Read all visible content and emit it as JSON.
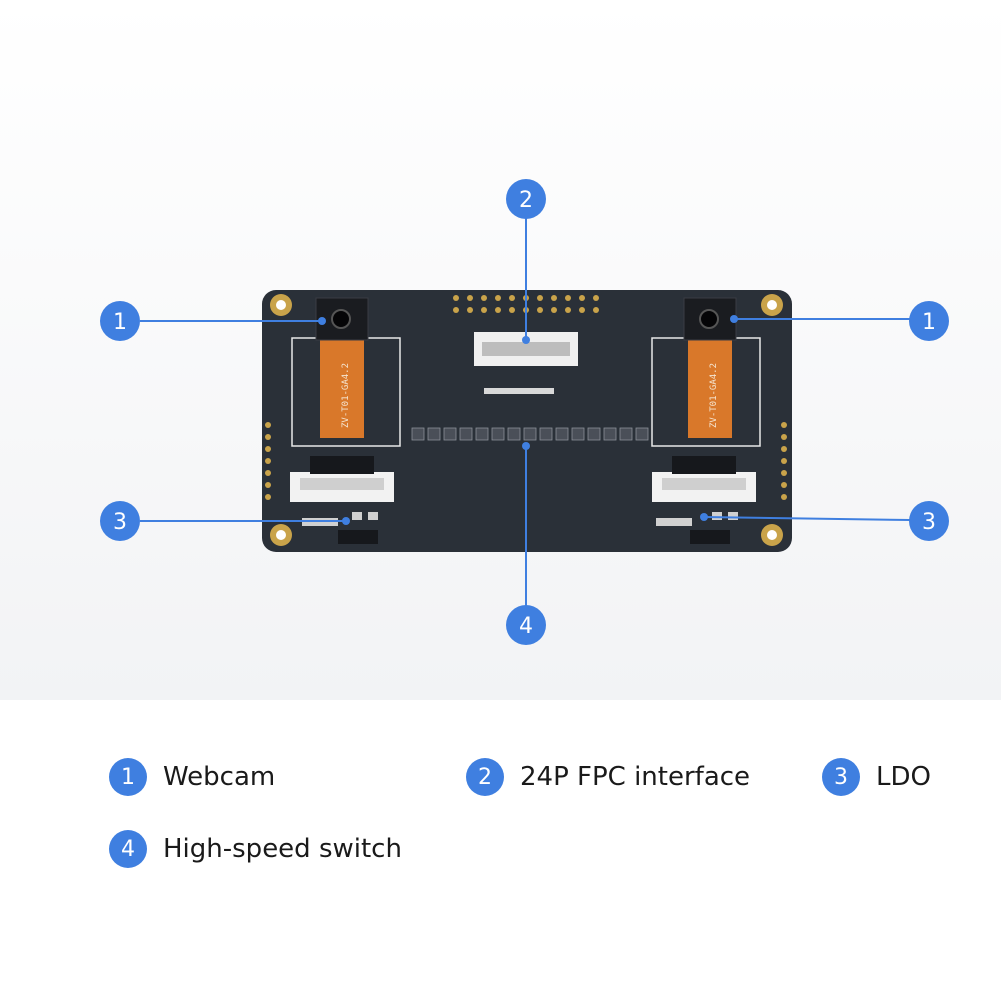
{
  "callouts": [
    {
      "number": "1",
      "target": "left camera"
    },
    {
      "number": "1",
      "target": "right camera"
    },
    {
      "number": "2",
      "target": "fpc connector"
    },
    {
      "number": "3",
      "target": "left ldo"
    },
    {
      "number": "3",
      "target": "right ldo"
    },
    {
      "number": "4",
      "target": "switch chips"
    }
  ],
  "board": {
    "left_flex_label": "ZV-T01-GA4.2",
    "right_flex_label": "ZV-T01-GA4.2"
  },
  "legend": [
    {
      "number": "1",
      "label": "Webcam"
    },
    {
      "number": "2",
      "label": "24P FPC interface"
    },
    {
      "number": "3",
      "label": "LDO"
    },
    {
      "number": "4",
      "label": "High-speed switch"
    }
  ],
  "colors": {
    "badge": "#3f7fe0",
    "board": "#2a3038",
    "flex": "#d9782a",
    "pad": "#c9a34a"
  }
}
